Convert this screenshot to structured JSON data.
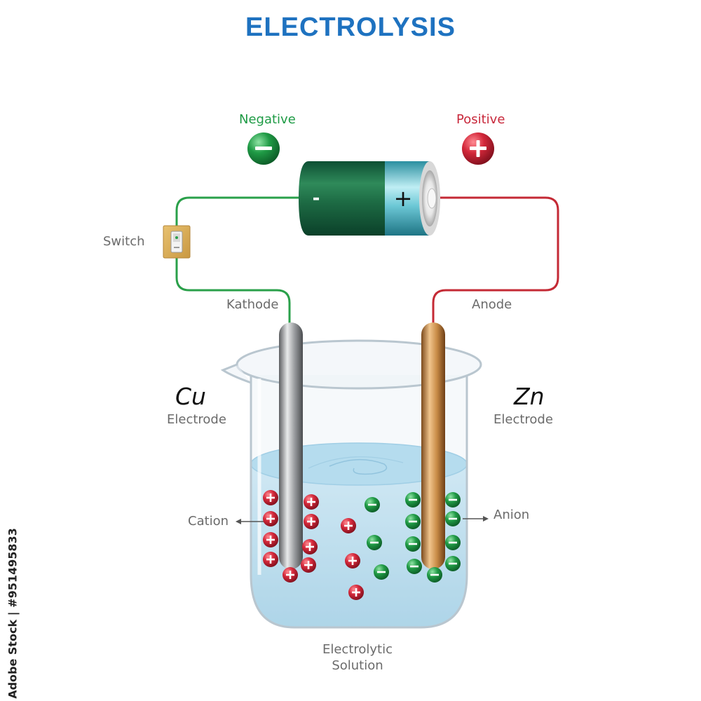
{
  "title": "ELECTROLYSIS",
  "colors": {
    "title": "#1e72c0",
    "negative": "#1e9b45",
    "positive": "#c8283b",
    "wire_negative": "#2aa04a",
    "wire_positive": "#c42a35",
    "solution": "#bfe3f4",
    "cathode_metal": "#8d8f92",
    "anode_metal": "#c98c47"
  },
  "labels": {
    "negative": "Negative",
    "positive": "Positive",
    "switch": "Switch",
    "kathode": "Kathode",
    "anode": "Anode",
    "cu": "Cu",
    "cu_electrode": "Electrode",
    "zn": "Zn",
    "zn_electrode": "Electrode",
    "cation": "Cation",
    "anion": "Anion",
    "solution_line1": "Electrolytic",
    "solution_line2": "Solution"
  },
  "battery": {
    "minus": "-",
    "plus": "+"
  },
  "signs": {
    "minus": "−",
    "plus": "+"
  },
  "watermark": "Adobe Stock | #951495833"
}
